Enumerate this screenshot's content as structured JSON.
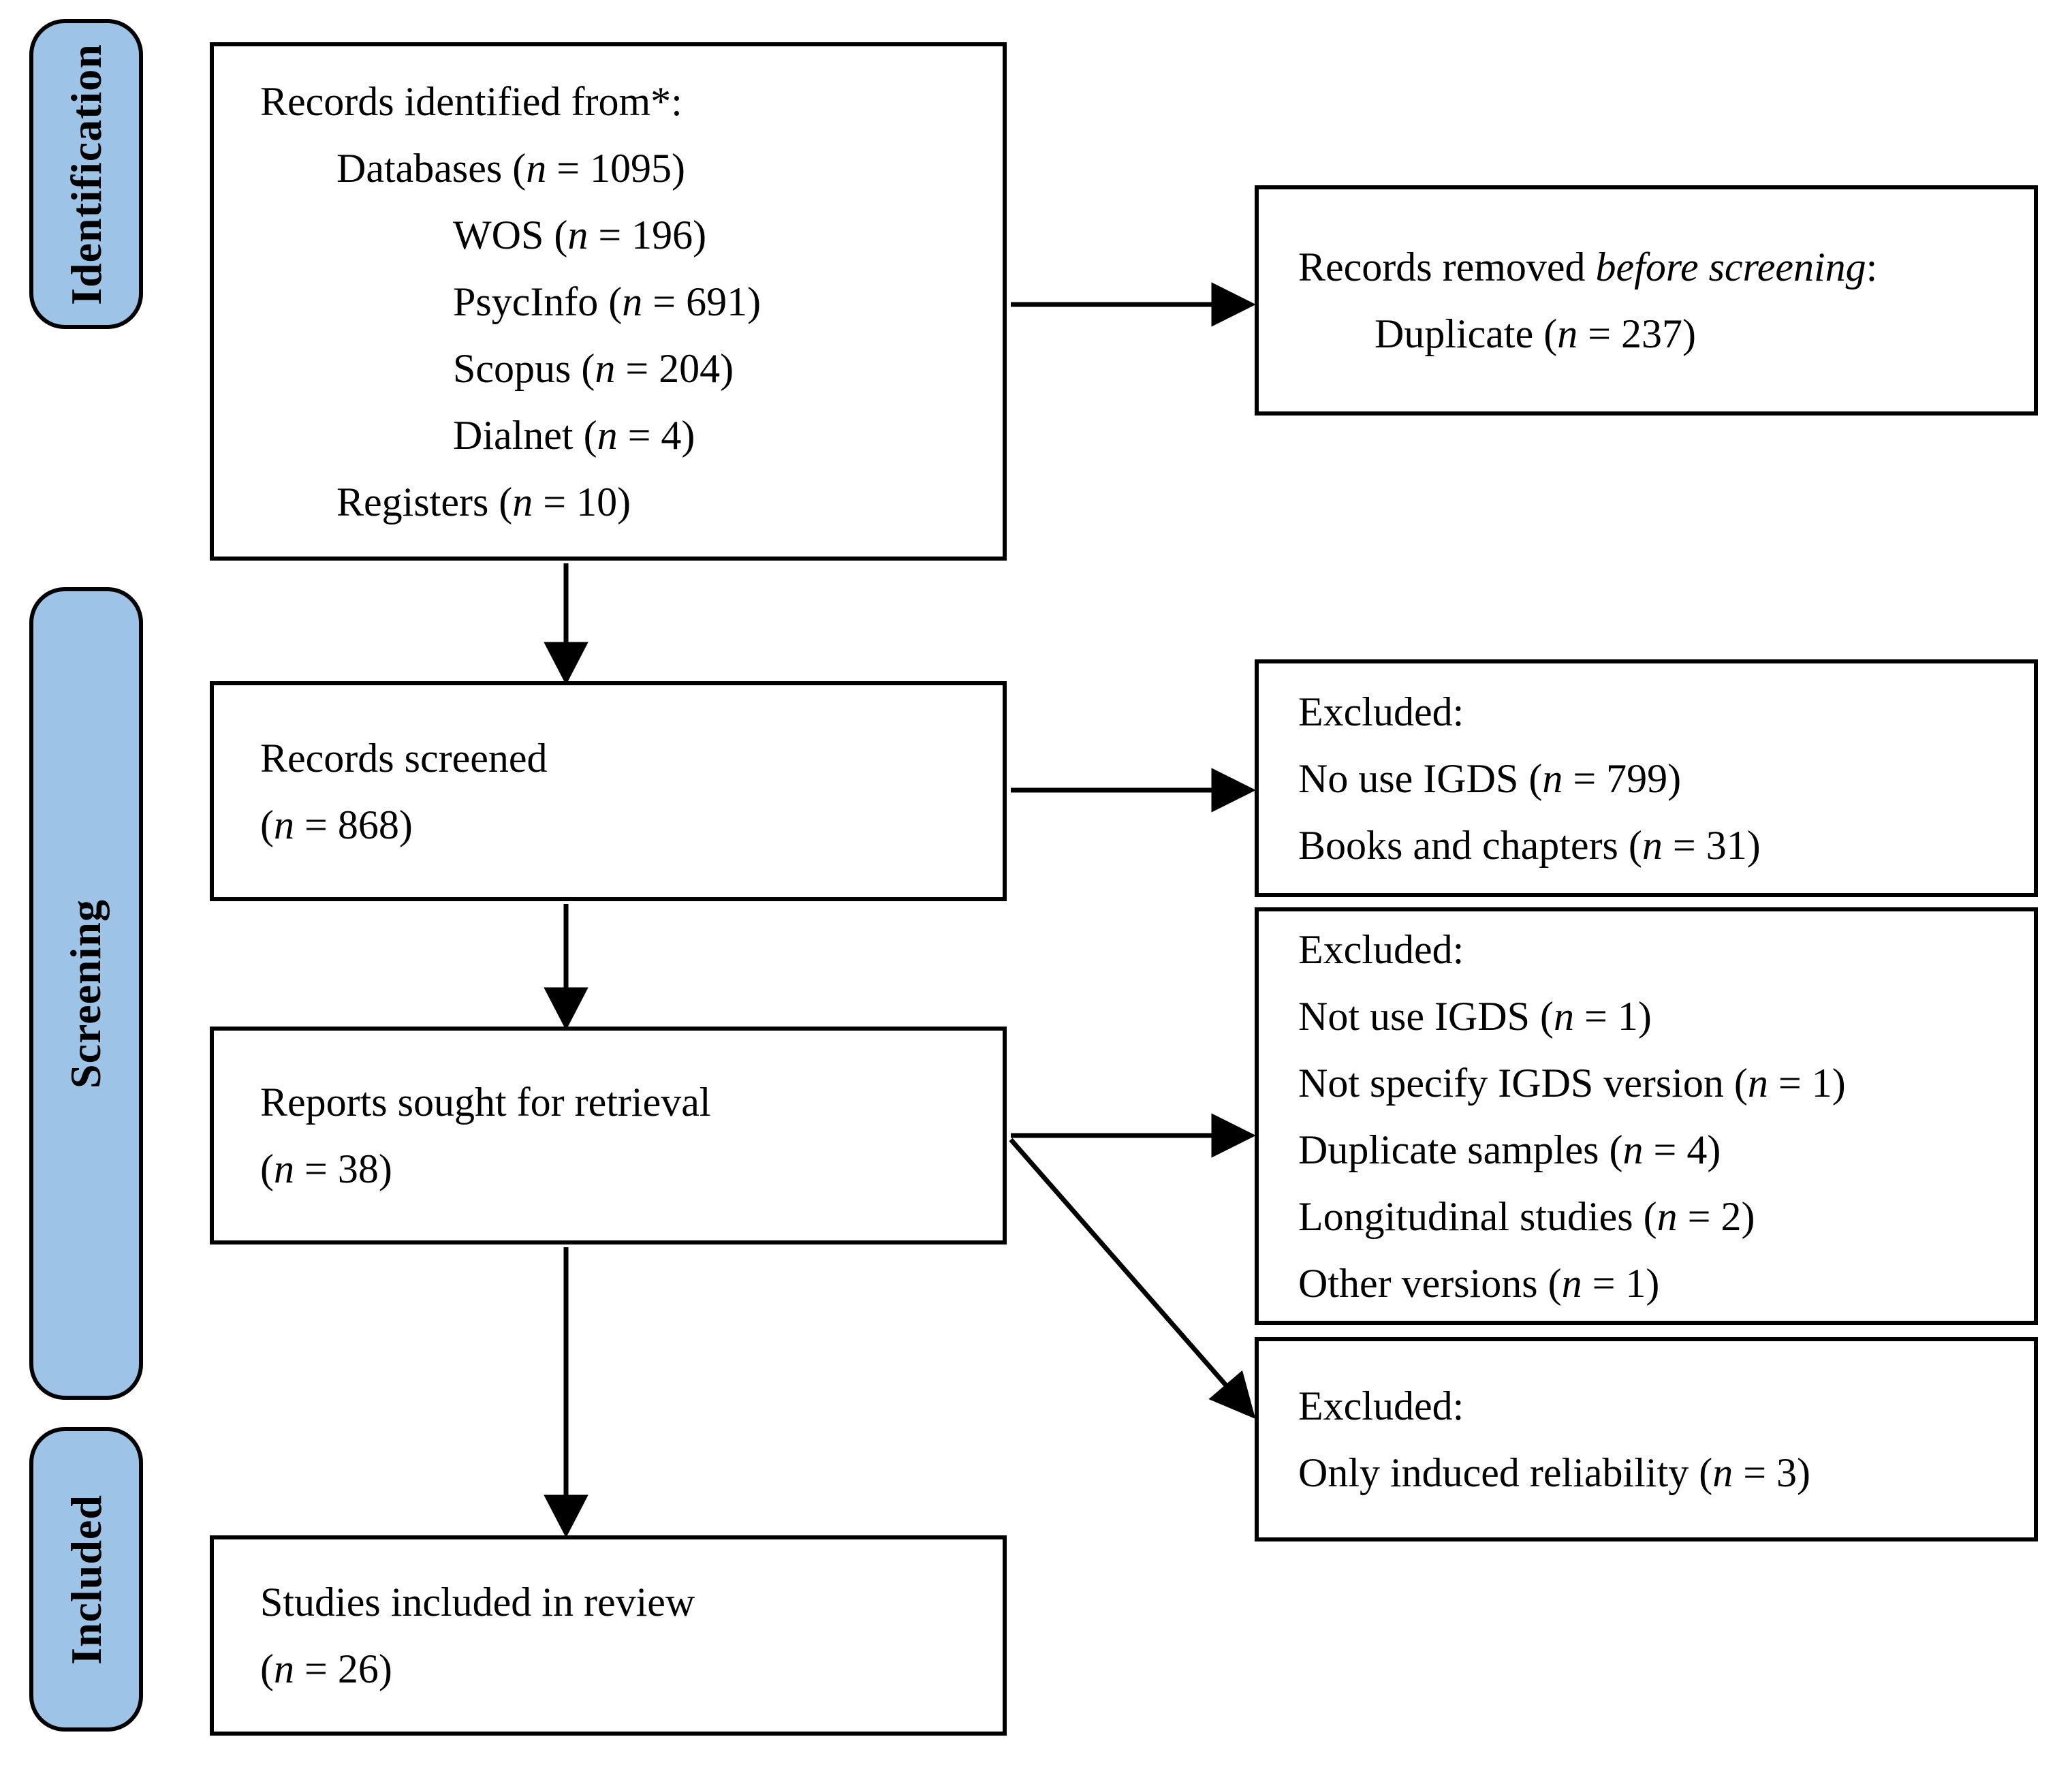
{
  "diagram": {
    "title": "PRISMA flow diagram",
    "colors": {
      "stage_fill": "#9DC3E6",
      "stage_border": "#000000",
      "box_border": "#000000",
      "arrow": "#000000",
      "background": "#FFFFFF"
    },
    "stages": [
      {
        "id": "identification",
        "label": "Identification"
      },
      {
        "id": "screening",
        "label": "Screening"
      },
      {
        "id": "included",
        "label": "Included"
      }
    ],
    "boxes": {
      "box1": {
        "name": "records-identified",
        "lines": [
          {
            "text": "Records identified from*:",
            "indent": 0
          },
          {
            "text": "Databases (n = 1095)",
            "indent": 1
          },
          {
            "text": "WOS (n = 196)",
            "indent": 2
          },
          {
            "text": "PsycInfo (n = 691)",
            "indent": 2
          },
          {
            "text": "Scopus (n = 204)",
            "indent": 2
          },
          {
            "text": "Dialnet (n = 4)",
            "indent": 2
          },
          {
            "text": "Registers (n = 10)",
            "indent": 1
          }
        ]
      },
      "box2": {
        "name": "records-screened",
        "lines": [
          {
            "text": "Records screened",
            "indent": 0
          },
          {
            "text": "(n = 868)",
            "indent": 0
          }
        ]
      },
      "box3": {
        "name": "reports-sought",
        "lines": [
          {
            "text": "Reports sought for retrieval",
            "indent": 0
          },
          {
            "text": "(n = 38)",
            "indent": 0
          }
        ]
      },
      "box4": {
        "name": "studies-included",
        "lines": [
          {
            "text": "Studies included in review",
            "indent": 0
          },
          {
            "text": "(n = 26)",
            "indent": 0
          }
        ]
      },
      "rbox1": {
        "name": "records-removed-before-screening",
        "lines": [
          {
            "text": "Records removed _before screening_:",
            "indent": 0
          },
          {
            "text": "Duplicate (n = 237)",
            "indent": 1
          }
        ]
      },
      "rbox2": {
        "name": "excluded-screening",
        "lines": [
          {
            "text": "Excluded:",
            "indent": 0
          },
          {
            "text": "No use IGDS (n = 799)",
            "indent": 0
          },
          {
            "text": "Books and chapters (n = 31)",
            "indent": 0
          }
        ]
      },
      "rbox3": {
        "name": "excluded-retrieval",
        "lines": [
          {
            "text": "Excluded:",
            "indent": 0
          },
          {
            "text": "Not use IGDS (n = 1)",
            "indent": 0
          },
          {
            "text": "Not specify IGDS version (n = 1)",
            "indent": 0
          },
          {
            "text": "Duplicate samples (n = 4)",
            "indent": 0
          },
          {
            "text": "Longitudinal studies (n = 2)",
            "indent": 0
          },
          {
            "text": "Other versions (n = 1)",
            "indent": 0
          }
        ]
      },
      "rbox4": {
        "name": "excluded-reliability",
        "lines": [
          {
            "text": "Excluded:",
            "indent": 0
          },
          {
            "text": "Only induced reliability (n = 3)",
            "indent": 0
          }
        ]
      }
    }
  }
}
